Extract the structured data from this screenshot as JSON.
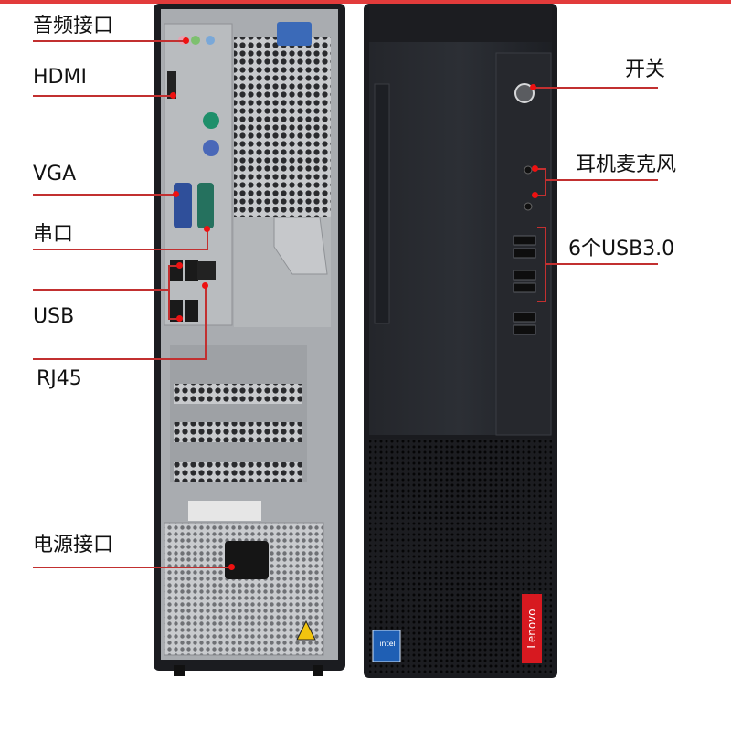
{
  "labels_left": {
    "audio": "音频接口",
    "hdmi": "HDMI",
    "vga": "VGA",
    "serial": "串口",
    "usb": "USB",
    "rj45": "RJ45",
    "power": "电源接口"
  },
  "labels_right": {
    "power_switch": "开关",
    "headset_mic": "耳机麦克风",
    "usb3": "6个USB3.0"
  },
  "brand": {
    "logo_text": "Lenovo",
    "sticker_text": "intel"
  },
  "colors": {
    "callout_line": "#c23030",
    "callout_dot": "#e11111",
    "case_black": "#1b1c20",
    "panel_gray": "#b9bcbf",
    "lenovo_red": "#d71920"
  }
}
